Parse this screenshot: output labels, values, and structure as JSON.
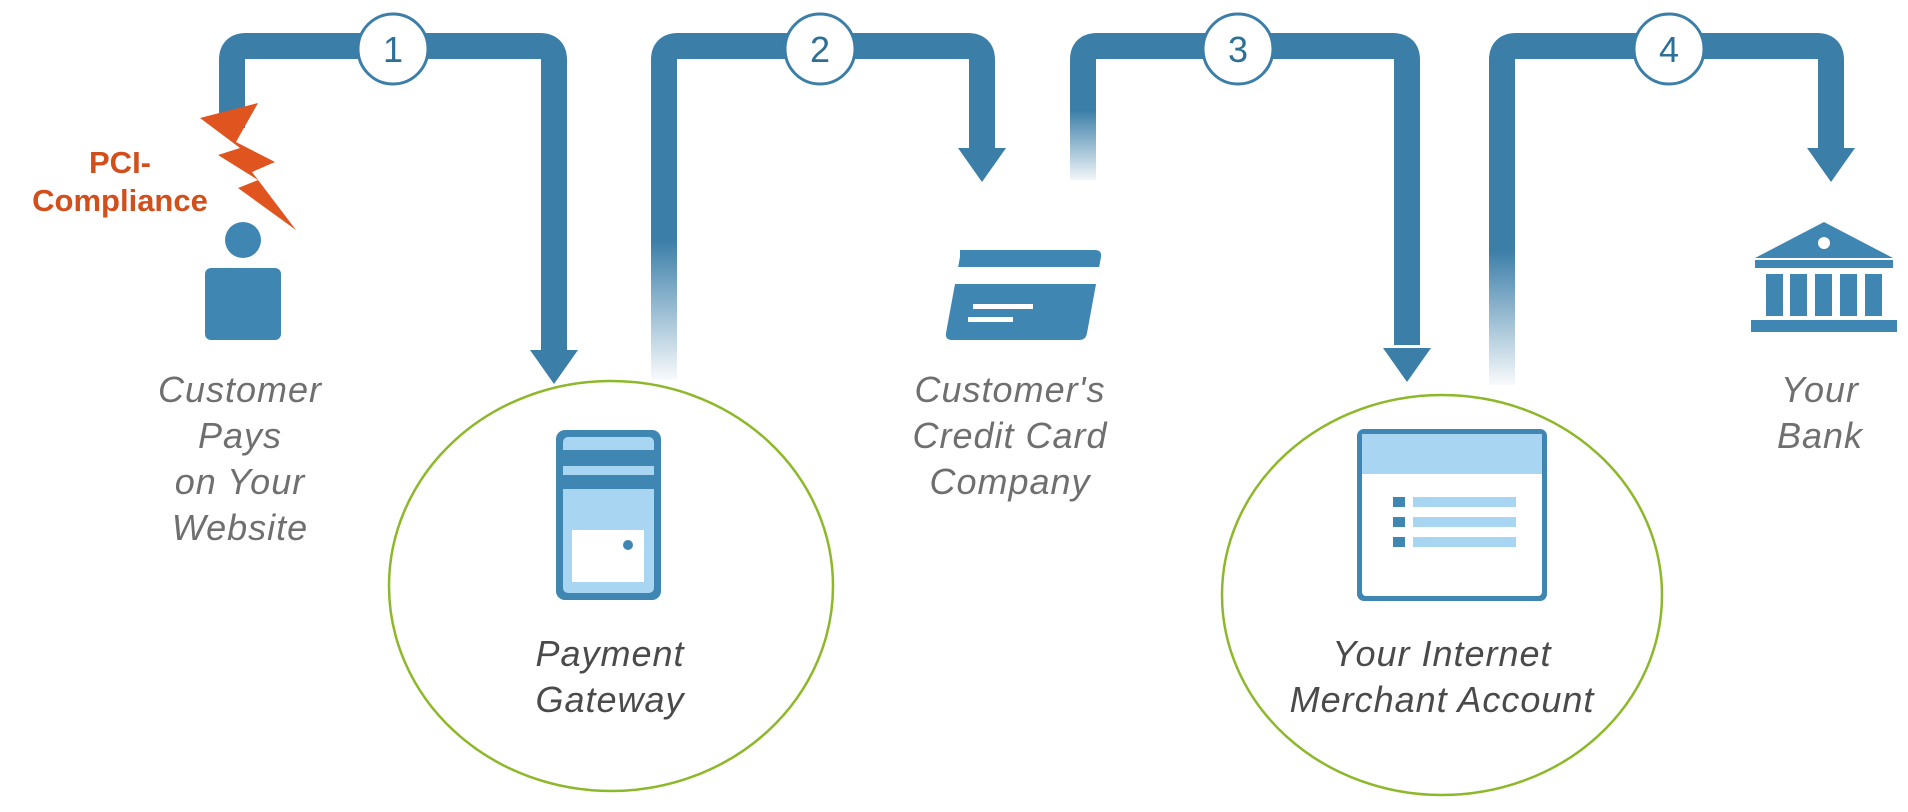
{
  "steps": [
    "1",
    "2",
    "3",
    "4"
  ],
  "labels": {
    "customer": [
      "Customer",
      "Pays",
      "on Your",
      "Website"
    ],
    "gateway": [
      "Payment",
      "Gateway"
    ],
    "card_company": [
      "Customer's",
      "Credit Card",
      "Company"
    ],
    "merchant": [
      "Your Internet",
      "Merchant Account"
    ],
    "bank": [
      "Your",
      "Bank"
    ]
  },
  "pci": [
    "PCI-",
    "Compliance"
  ],
  "colors": {
    "flow": "#3b7ea8",
    "icon": "#3f86b2",
    "icon_light": "#a8d6f2",
    "highlight": "#8db82a",
    "pci": "#d24f1c"
  },
  "icons": [
    "person-icon",
    "server-icon",
    "credit-card-icon",
    "merchant-account-icon",
    "bank-icon",
    "lightning-bolt-icon"
  ]
}
